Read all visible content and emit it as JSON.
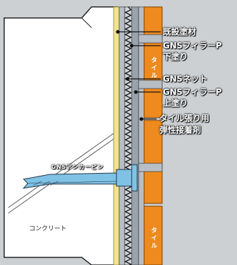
{
  "labels": {
    "existing_coating": "既設塗材",
    "gns_filler_under_1": "GNSフィラーP",
    "gns_filler_under_2": "下塗り",
    "gns_net": "GNSネット",
    "gns_filler_top_1": "GNSフィラーP",
    "gns_filler_top_2": "上塗り",
    "tile_adhesive_1": "タイル張り用",
    "tile_adhesive_2": "弾性接着剤",
    "anchor_pin": "GNSアンカーピン",
    "concrete": "コンクリート",
    "tile_upper": "タイル",
    "tile_lower": "タイル"
  },
  "colors": {
    "background": "#cdd0d3",
    "concrete": "#ffffff",
    "coating": "#f3e48a",
    "filler": "#9aa3ac",
    "mortar": "#b7bec5",
    "tile": "#ee8a1e",
    "pin": "#7fc2e6",
    "outline": "#222222"
  }
}
